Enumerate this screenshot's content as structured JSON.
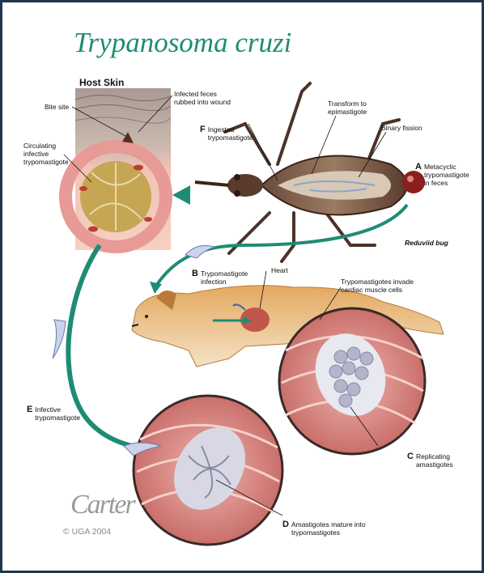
{
  "title": "Trypanosoma cruzi",
  "host_skin": "Host Skin",
  "labels": {
    "bite_site": "Bite site",
    "infected_feces": "Infected feces\nrubbed into wound",
    "circulating": "Circulating\ninfective\ntrypomastigote",
    "ingested": "Ingested\ntrypomastigote",
    "transform": "Transform to\nepimastigote",
    "binary_fission": "Binary fission",
    "heart": "Heart",
    "invade": "Trypomastigotes invade\ncardiac muscle cells",
    "reduviid": "Reduviid bug"
  },
  "stages": {
    "A": {
      "letter": "A",
      "text": "Metacyclic\ntrypomastigote\nin feces"
    },
    "B": {
      "letter": "B",
      "text": "Trypomastigote\ninfection"
    },
    "C": {
      "letter": "C",
      "text": "Replicating\namastigotes"
    },
    "D": {
      "letter": "D",
      "text": "Amastigotes mature into\ntrypomastigotes"
    },
    "E": {
      "letter": "E",
      "text": "Infective\ntrypomastigote"
    },
    "F": {
      "letter": "F",
      "text": "Ingested\ntrypomastigote"
    }
  },
  "signature": "Carter",
  "copyright": "© UGA 2004",
  "colors": {
    "accent": "#1e8c74",
    "border": "#1f3550",
    "muscle": "#d98a86",
    "skin": "#f2b8b0"
  }
}
